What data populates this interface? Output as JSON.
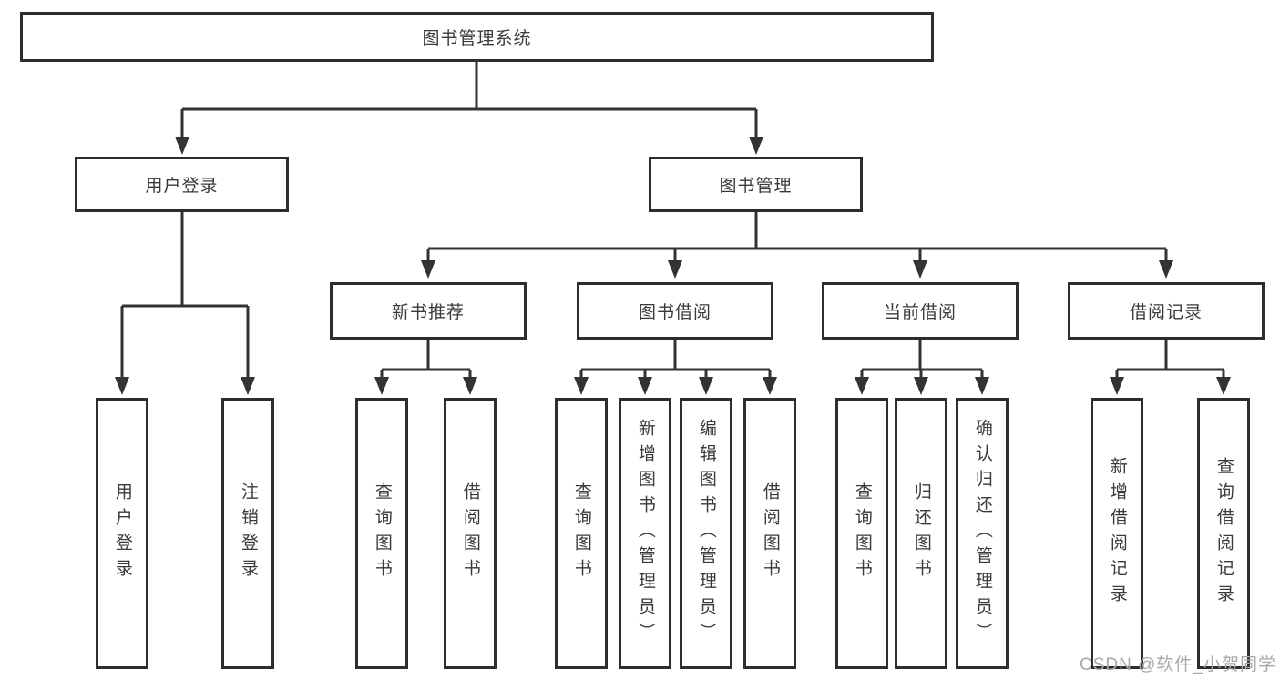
{
  "diagram": {
    "root": {
      "label": "图书管理系统"
    },
    "branches": [
      {
        "label": "用户登录",
        "children": [
          {
            "label": "用户登录"
          },
          {
            "label": "注销登录"
          }
        ]
      },
      {
        "label": "图书管理",
        "children": [
          {
            "label": "新书推荐",
            "children": [
              {
                "label": "查询图书"
              },
              {
                "label": "借阅图书"
              }
            ]
          },
          {
            "label": "图书借阅",
            "children": [
              {
                "label": "查询图书"
              },
              {
                "label": "新增图书（管理员）"
              },
              {
                "label": "编辑图书（管理员）"
              },
              {
                "label": "借阅图书"
              }
            ]
          },
          {
            "label": "当前借阅",
            "children": [
              {
                "label": "查询图书"
              },
              {
                "label": "归还图书"
              },
              {
                "label": "确认归还（管理员）"
              }
            ]
          },
          {
            "label": "借阅记录",
            "children": [
              {
                "label": "新增借阅记录"
              },
              {
                "label": "查询借阅记录"
              }
            ]
          }
        ]
      }
    ]
  },
  "watermark": {
    "text": "CSDN @软件_小贺同学"
  },
  "colors": {
    "line": "#333333",
    "border": "#2d2d2d",
    "text": "#3a3a3a",
    "watermark": "#a9a9a9",
    "background": "#ffffff"
  }
}
